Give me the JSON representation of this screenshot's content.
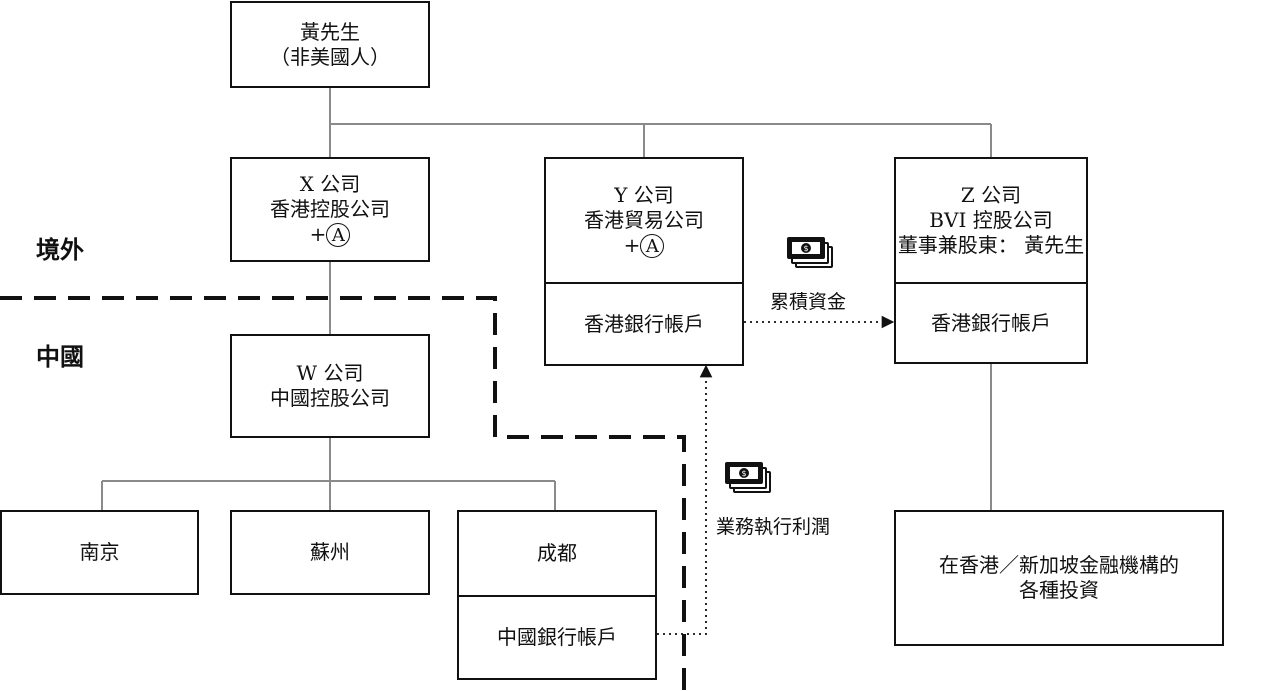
{
  "regions": {
    "offshore": "境外",
    "china": "中國"
  },
  "nodes": {
    "mr_huang": {
      "lines": [
        "黃先生",
        "（非美國人）"
      ]
    },
    "x_company": {
      "lines": [
        "X 公司",
        "香港控股公司"
      ],
      "badge_prefix": "+",
      "badge": "A"
    },
    "y_company": {
      "lines": [
        "Y 公司",
        "香港貿易公司"
      ],
      "badge_prefix": "+",
      "badge": "A",
      "account": "香港銀行帳戶"
    },
    "z_company": {
      "lines": [
        "Z 公司",
        "BVI 控股公司",
        "董事兼股東： 黃先生"
      ],
      "account": "香港銀行帳戶"
    },
    "w_company": {
      "lines": [
        "W 公司",
        "中國控股公司"
      ]
    },
    "nanjing": {
      "lines": [
        "南京"
      ]
    },
    "suzhou": {
      "lines": [
        "蘇州"
      ]
    },
    "chengdu": {
      "lines": [
        "成都"
      ],
      "account": "中國銀行帳戶"
    },
    "investments": {
      "lines": [
        "在香港／新加坡金融機構的",
        "各種投資"
      ]
    }
  },
  "flows": {
    "accumulate": {
      "label": "累積資金",
      "icon": "money-stack-icon"
    },
    "business_profit": {
      "label": "業務執行利潤",
      "icon": "money-stack-icon"
    }
  },
  "colors": {
    "connector": "#8a8a8a",
    "border": "#111111",
    "dash": "#111111"
  }
}
